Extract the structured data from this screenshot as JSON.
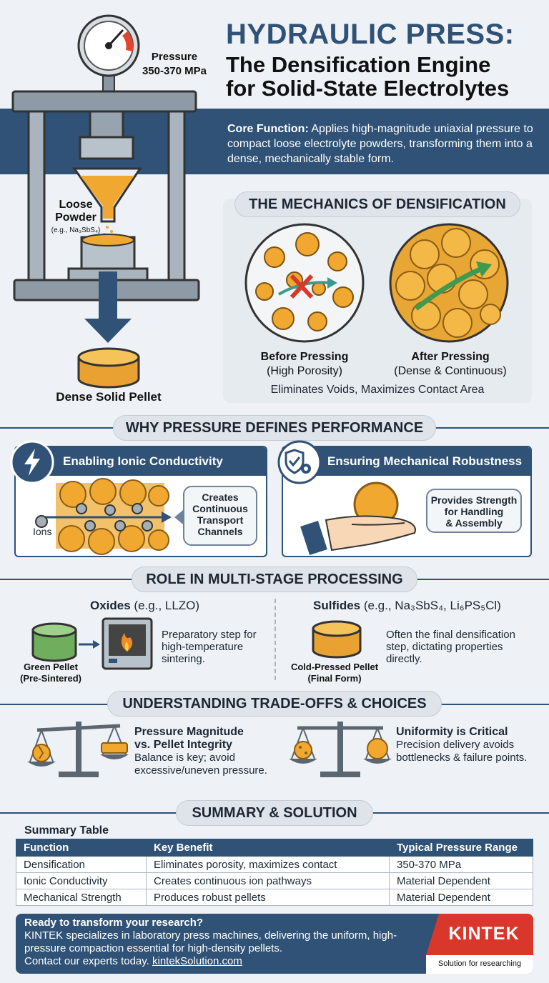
{
  "header": {
    "title_line1": "HYDRAULIC PRESS:",
    "title_line2": "The Densification Engine",
    "title_line3": "for Solid-State Electrolytes",
    "core_label": "Core Function:",
    "core_text": "Applies high-magnitude uniaxial pressure to compact loose electrolyte powders, transforming them into a dense, mechanically stable form."
  },
  "press": {
    "pressure_label": "Pressure",
    "pressure_value": "350-370 MPa",
    "powder_label_1": "Loose",
    "powder_label_2": "Powder",
    "powder_example": "(e.g., Na₃SbS₄)",
    "pellet_label": "Dense Solid Pellet"
  },
  "mechanics": {
    "heading": "THE MECHANICS OF DENSIFICATION",
    "before_title": "Before Pressing",
    "before_sub": "(High Porosity)",
    "after_title": "After Pressing",
    "after_sub": "(Dense & Continuous)",
    "summary": "Eliminates Voids, Maximizes Contact Area"
  },
  "performance": {
    "heading": "WHY PRESSURE DEFINES PERFORMANCE",
    "card1_title": "Enabling Ionic Conductivity",
    "card1_ions": "Ions",
    "card1_callout": [
      "Creates",
      "Continuous",
      "Transport",
      "Channels"
    ],
    "card2_title": "Ensuring Mechanical Robustness",
    "card2_callout": [
      "Provides Strength",
      "for Handling",
      "& Assembly"
    ]
  },
  "processing": {
    "heading": "ROLE IN MULTI-STAGE PROCESSING",
    "oxides_title": "Oxides",
    "oxides_example": " (e.g., LLZO)",
    "green_label_1": "Green Pellet",
    "green_label_2": "(Pre-Sintered)",
    "oxides_text": "Preparatory step for high-temperature sintering.",
    "sulfides_title": "Sulfides",
    "sulfides_example": " (e.g., Na₃SbS₄, Li₆PS₅Cl)",
    "cold_label_1": "Cold-Pressed Pellet",
    "cold_label_2": "(Final Form)",
    "sulfides_text": "Often the final densification step, dictating properties directly."
  },
  "tradeoffs": {
    "heading": "UNDERSTANDING TRADE-OFFS & CHOICES",
    "left_title_1": "Pressure Magnitude",
    "left_title_2": "vs. Pellet Integrity",
    "left_text": "Balance is key; avoid excessive/uneven pressure.",
    "right_title": "Uniformity is Critical",
    "right_text": "Precision delivery avoids bottlenecks & failure points."
  },
  "summary": {
    "heading": "SUMMARY & SOLUTION",
    "table_title": "Summary Table",
    "columns": [
      "Function",
      "Key Benefit",
      "Typical Pressure Range"
    ],
    "rows": [
      [
        "Densification",
        "Eliminates porosity, maximizes contact",
        "350-370 MPa"
      ],
      [
        "Ionic Conductivity",
        "Creates continuous ion pathways",
        "Material Dependent"
      ],
      [
        "Mechanical Strength",
        "Produces robust pellets",
        "Material Dependent"
      ]
    ]
  },
  "cta": {
    "headline": "Ready to transform your research?",
    "body": "KINTEK specializes in laboratory press machines, delivering the uniform, high-pressure compaction essential for high-density pellets.",
    "contact_prefix": "Contact our experts today. ",
    "link": "kintekSolution.com",
    "brand": "KINTEK",
    "tagline": "Solution for researching"
  },
  "colors": {
    "navy": "#2f5276",
    "gold": "#f0a830",
    "green": "#7cb869",
    "red": "#d9372b"
  }
}
